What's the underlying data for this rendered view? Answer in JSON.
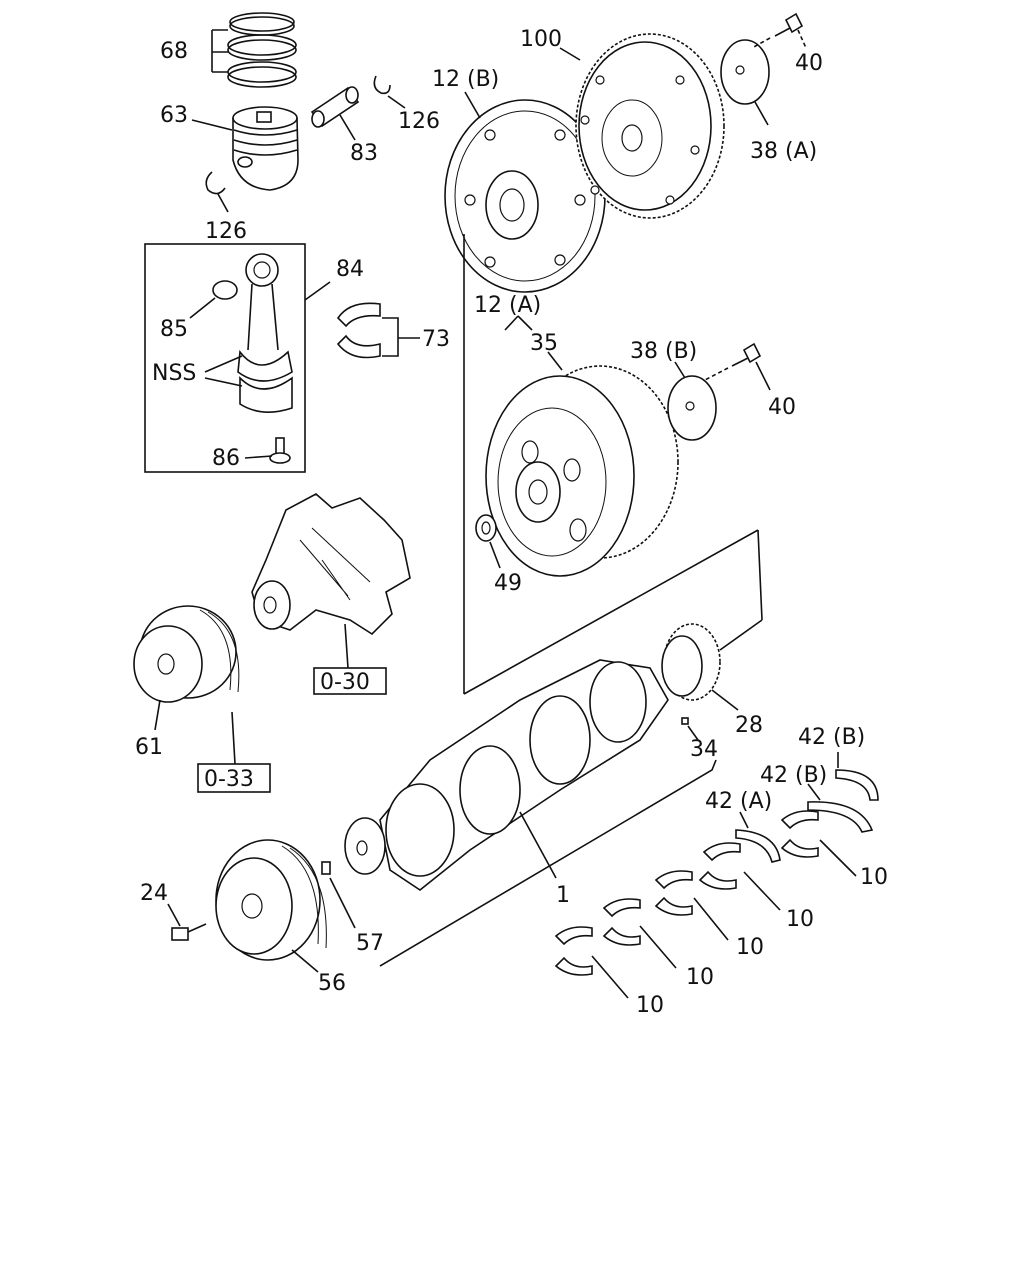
{
  "callouts": {
    "c68": "68",
    "c63": "63",
    "c126a": "126",
    "c126b": "126",
    "c83": "83",
    "c84": "84",
    "c85": "85",
    "cNSS": "NSS",
    "c86": "86",
    "c73": "73",
    "c12b": "12 (B)",
    "c100": "100",
    "c40a": "40",
    "c38a": "38 (A)",
    "c12a": "12 (A)",
    "c35": "35",
    "c38b": "38 (B)",
    "c40b": "40",
    "c49": "49",
    "c61": "61",
    "c28": "28",
    "c34": "34",
    "c42b1": "42 (B)",
    "c42b2": "42 (B)",
    "c42a": "42 (A)",
    "c10a": "10",
    "c10b": "10",
    "c10c": "10",
    "c10d": "10",
    "c10e": "10",
    "c1": "1",
    "c24": "24",
    "c57": "57",
    "c56": "56"
  },
  "references": {
    "r030": "0-30",
    "r033": "0-33"
  },
  "colors": {
    "ink": "#111111",
    "paper": "#ffffff"
  }
}
